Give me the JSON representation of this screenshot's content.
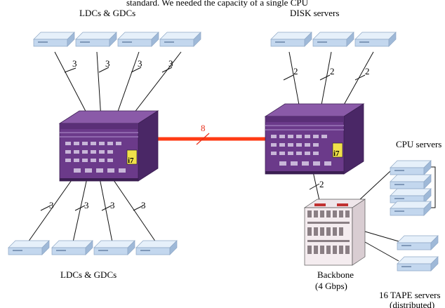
{
  "top_caption": "standard. We needed the capacity of a single CPU",
  "labels": {
    "ldcs_top": "LDCs &  GDCs",
    "disk_servers": "DISK servers",
    "ldcs_bottom": "LDCs &  GDCs",
    "cpu_servers": "CPU servers",
    "backbone_line1": "Backbone",
    "backbone_line2": "(4 Gbps)",
    "tape_line1": "16 TAPE servers",
    "tape_line2": "(distributed)"
  },
  "link_counts": {
    "top_left": [
      "3",
      "3",
      "3",
      "3"
    ],
    "disk": [
      "2",
      "2",
      "2"
    ],
    "bottom_left": [
      "3",
      "3",
      "3",
      "3"
    ],
    "backbone": "2",
    "interswitch": "8"
  },
  "switch_badge": "i7",
  "colors": {
    "switch_body": "#6b3a8a",
    "switch_face": "#4f2a6b",
    "device": "#c9dcf0",
    "interswitch_link": "#ff3b14"
  }
}
